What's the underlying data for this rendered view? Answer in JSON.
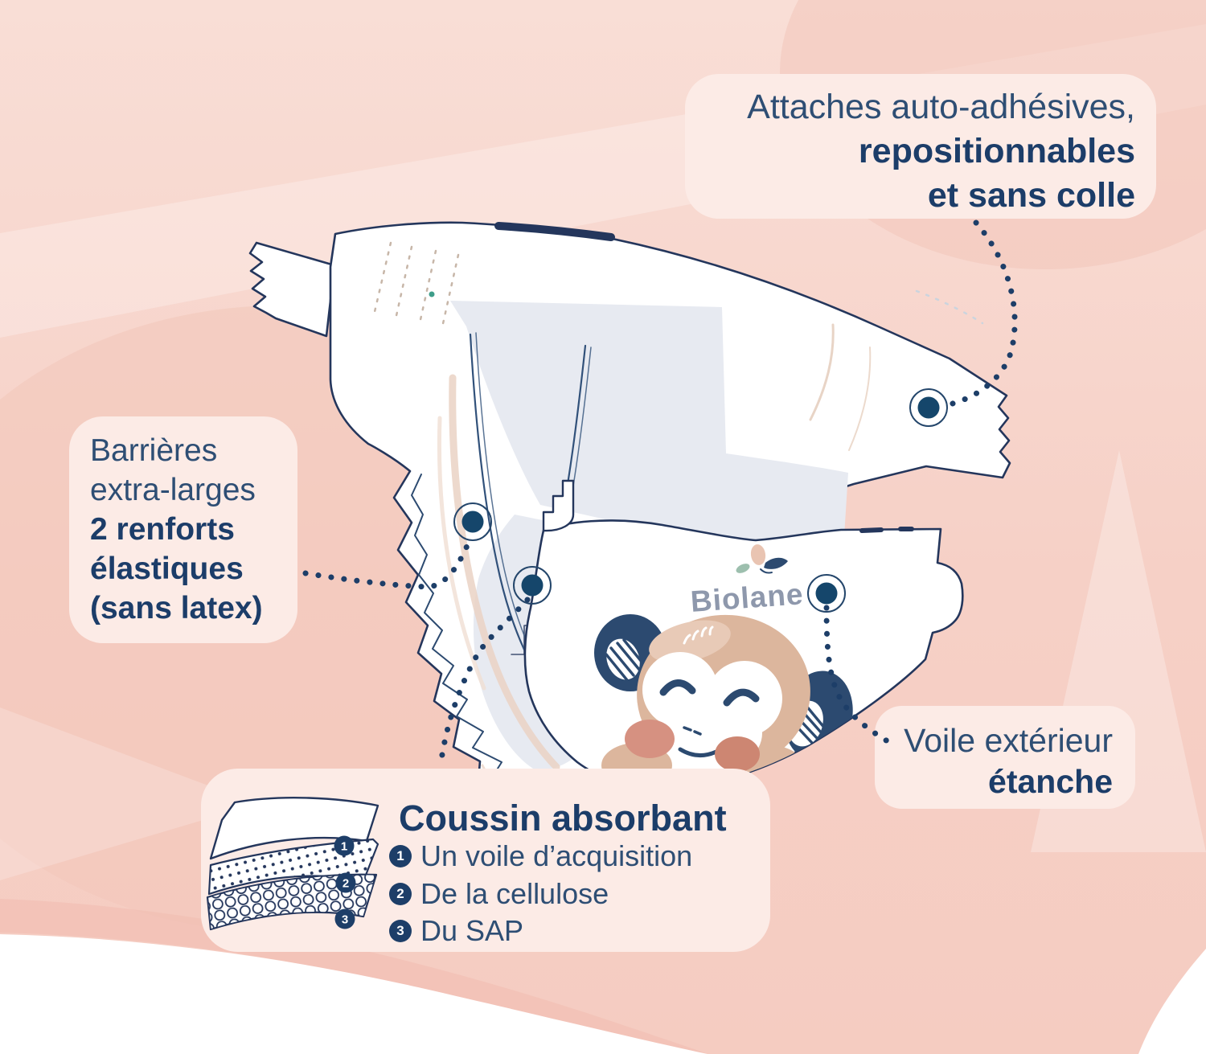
{
  "page": {
    "type": "product-infographic",
    "language": "fr"
  },
  "callouts": {
    "attaches": {
      "line1": "Attaches auto-adhésives,",
      "line2": "repositionnables",
      "line3": "et sans colle"
    },
    "barrieres": {
      "line1": "Barrières",
      "line2": "extra-larges",
      "line3": "2 renforts",
      "line4": "élastiques",
      "line5": "(sans latex)"
    },
    "voile": {
      "line1": "Voile extérieur",
      "line2": "étanche"
    },
    "coussin": {
      "title": "Coussin absorbant",
      "items": [
        {
          "num": "1",
          "label": "Un voile d’acquisition"
        },
        {
          "num": "2",
          "label": "De la cellulose"
        },
        {
          "num": "3",
          "label": "Du SAP"
        }
      ]
    }
  },
  "illustration": {
    "brand_logo": "Biolane"
  },
  "colors": {
    "background": "#f7d5cc",
    "box_pink": "#fcebe6",
    "navy_outline": "#24365c",
    "text_navy": "#1d3e68",
    "marker_navy": "#15466b",
    "pad_gray": "#e7eaf1",
    "monkey_tan": "#dcb69d",
    "logo_blue_gray": "#8e98ac",
    "wave_white": "#ffffff"
  }
}
